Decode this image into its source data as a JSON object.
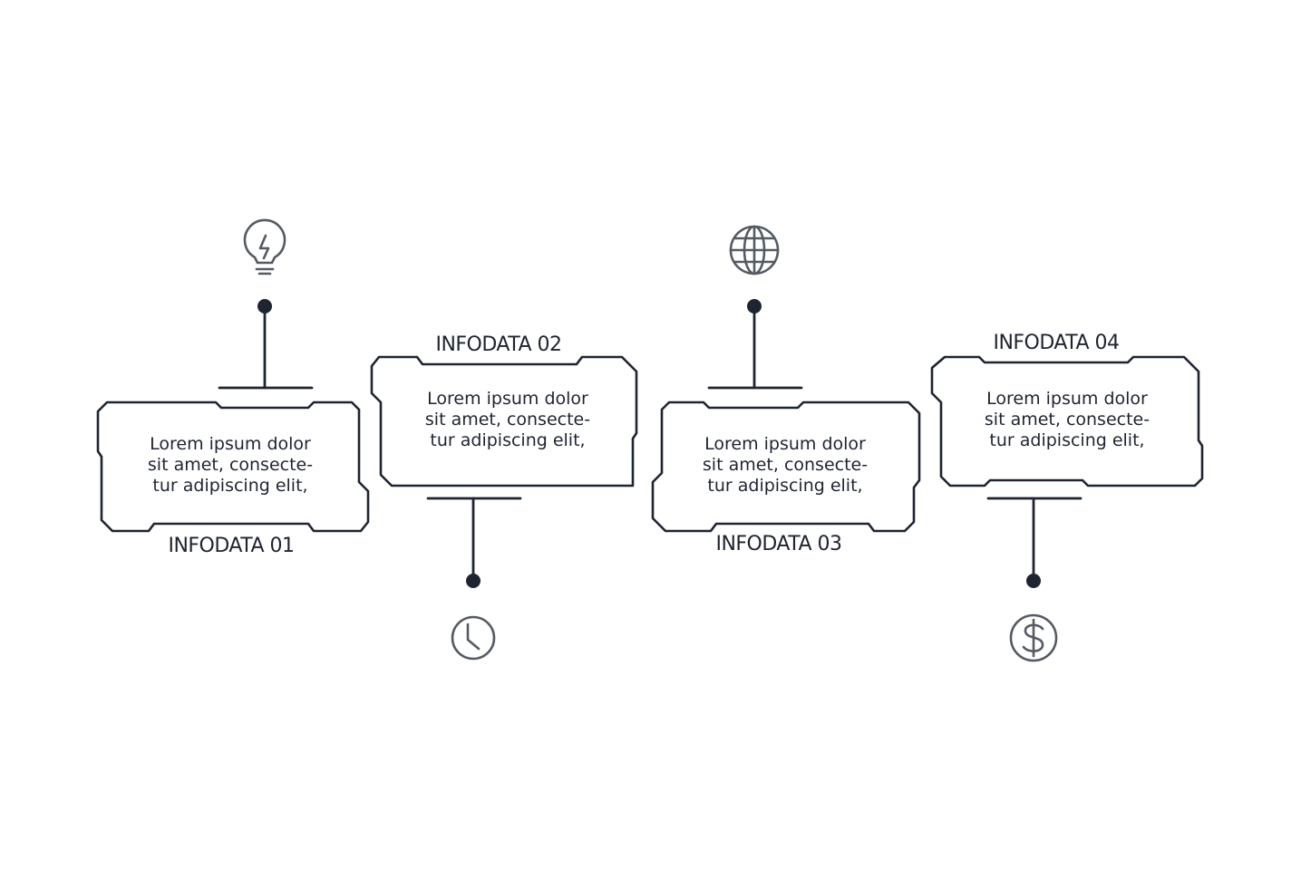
{
  "colors": {
    "line": "#1e2430",
    "icon": "#555b62",
    "background": "#ffffff"
  },
  "steps": [
    {
      "label": "INFODATA 01",
      "lines": [
        "Lorem ipsum dolor",
        "sit amet, consecte-",
        "tur adipiscing elit,"
      ],
      "icon": "lightbulb-icon"
    },
    {
      "label": "INFODATA 02",
      "lines": [
        "Lorem ipsum dolor",
        "sit amet, consecte-",
        "tur adipiscing elit,"
      ],
      "icon": "clock-icon"
    },
    {
      "label": "INFODATA 03",
      "lines": [
        "Lorem ipsum dolor",
        "sit amet, consecte-",
        "tur adipiscing elit,"
      ],
      "icon": "globe-icon"
    },
    {
      "label": "INFODATA 04",
      "lines": [
        "Lorem ipsum dolor",
        "sit amet, consecte-",
        "tur adipiscing elit,"
      ],
      "icon": "dollar-icon"
    }
  ]
}
